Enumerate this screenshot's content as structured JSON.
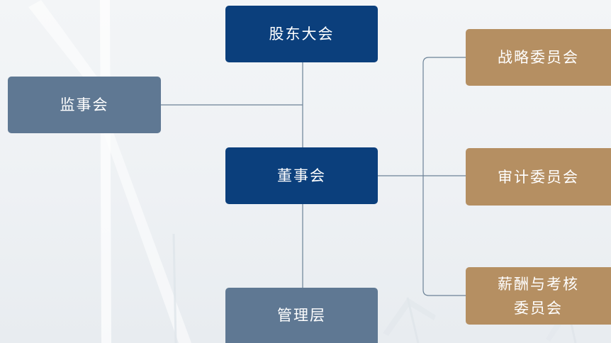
{
  "nodes": {
    "shareholders_meeting": "股东大会",
    "supervisory_board": "监事会",
    "board_of_directors": "董事会",
    "management": "管理层",
    "strategy_committee": "战略委员会",
    "audit_committee": "审计委员会",
    "compensation_committee_line1": "薪酬与考核",
    "compensation_committee_line2": "委员会"
  },
  "colors": {
    "primary_node": "#0b3f7c",
    "secondary_node": "#5f7893",
    "committee_node": "#b58f62",
    "connector": "#6c8297"
  }
}
